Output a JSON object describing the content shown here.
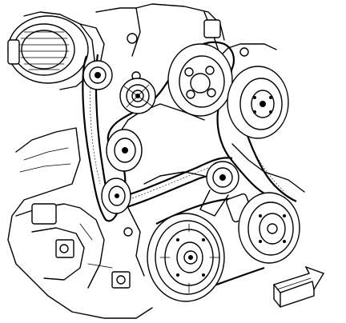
{
  "diagram": {
    "components": [
      {
        "id": "generator",
        "icon": "generator-icon"
      },
      {
        "id": "idler-pulley-upper",
        "icon": "pulley-icon"
      },
      {
        "id": "power-steering-pulley",
        "icon": "pulley-icon"
      },
      {
        "id": "water-pump-pulley",
        "icon": "pulley-icon"
      },
      {
        "id": "idler-pulley-left",
        "icon": "pulley-icon"
      },
      {
        "id": "idler-pulley-lower",
        "icon": "pulley-icon"
      },
      {
        "id": "belt-tensioner",
        "icon": "tensioner-icon"
      },
      {
        "id": "crankshaft-pulley",
        "icon": "pulley-icon"
      },
      {
        "id": "ac-compressor-pulley",
        "icon": "pulley-icon"
      },
      {
        "id": "drive-belt",
        "icon": "serpentine-belt-icon"
      },
      {
        "id": "direction-arrow",
        "icon": "arrow-right-icon"
      }
    ],
    "colors": {
      "line": "#000000",
      "background": "#ffffff"
    }
  }
}
